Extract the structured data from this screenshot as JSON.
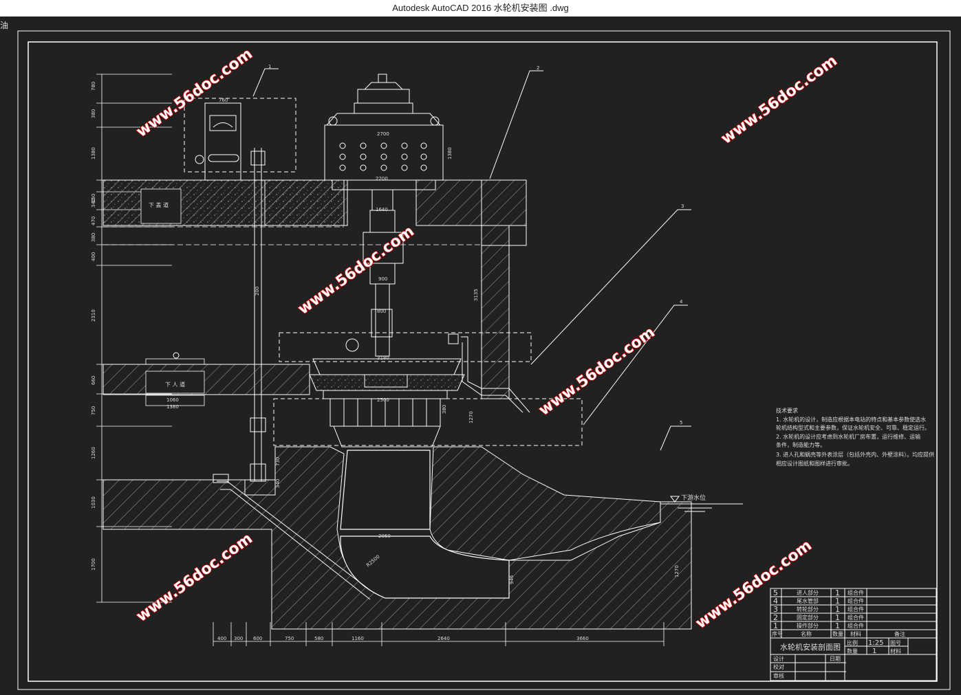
{
  "window": {
    "title": "Autodesk AutoCAD 2016    水轮机安装图 .dwg",
    "menu_stub": "油"
  },
  "watermark": "www.56doc.com",
  "colors": {
    "background": "#212121",
    "line": "#ffffff",
    "watermark_fill": "#ffffff",
    "watermark_stroke": "#d40000"
  },
  "labels": {
    "callouts": [
      "1",
      "2",
      "3",
      "4",
      "5"
    ],
    "upper_room": "下 盖 道",
    "lower_room": "下 人 道",
    "water_level": "下游水位"
  },
  "dims": {
    "left": [
      "780",
      "380",
      "1380",
      "150",
      "340",
      "470",
      "380",
      "400",
      "2310",
      "660",
      "750",
      "1260",
      "1030",
      "1700"
    ],
    "top": [
      "760",
      "2700",
      "1380",
      "2200",
      "1640",
      "900",
      "800",
      "3180",
      "200",
      "3135",
      "2500",
      "380",
      "1270",
      "730",
      "340"
    ],
    "bottom": [
      "400",
      "300",
      "600",
      "750",
      "580",
      "1160",
      "2640",
      "3660"
    ],
    "misc": [
      "1060",
      "1380",
      "2060",
      "R2500",
      "1270",
      "946"
    ]
  },
  "notes": {
    "title": "技术要求",
    "lines": [
      "1. 水轮机的设计，制造应根据本电站的特点和基本参数使选水",
      "轮机结构型式和主要参数，保证水轮机安全、可靠、稳定运行。",
      "2. 水轮机的设计应考虑到水轮机厂房布置，运行维修、运输",
      "条件，制造能力等。",
      "3. 进人孔和蜗壳等外表涂层（包括外壳内、外壁涂料）。均应提供",
      "相应设计图纸和图样进行审批。"
    ]
  },
  "title_block": {
    "parts": [
      {
        "no": "5",
        "name": "进人部分",
        "qty": "1",
        "material": "组合件"
      },
      {
        "no": "4",
        "name": "尾水管部",
        "qty": "1",
        "material": "组合件"
      },
      {
        "no": "3",
        "name": "转轮部分",
        "qty": "1",
        "material": "组合件"
      },
      {
        "no": "2",
        "name": "固定部分",
        "qty": "1",
        "material": "组合件"
      },
      {
        "no": "1",
        "name": "操作部分",
        "qty": "1",
        "material": "组合件"
      }
    ],
    "header": {
      "no": "序号",
      "name": "名称",
      "qty": "数量",
      "material": "材料",
      "note": "备注"
    },
    "drawing_name": "水轮机安装剖面图",
    "scale_label": "比例",
    "scale": "1:25",
    "qty_label": "数量",
    "qty": "1",
    "drawing_no_label": "图号",
    "material_label": "材料",
    "design": "设计",
    "check": "校对",
    "review": "审核",
    "date": "日期"
  }
}
